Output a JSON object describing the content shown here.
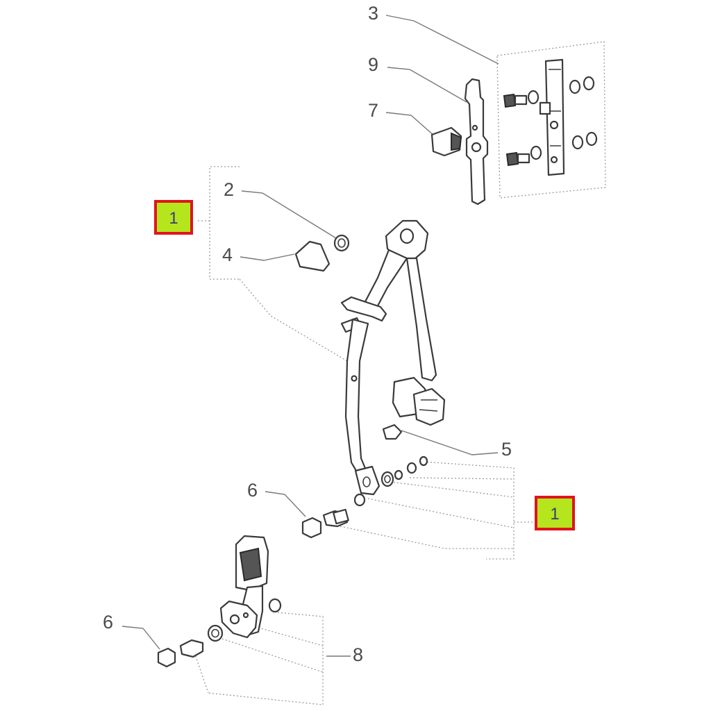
{
  "callouts": {
    "c3": "3",
    "c9": "9",
    "c7": "7",
    "c2": "2",
    "c4": "4",
    "c5": "5",
    "c6a": "6",
    "c6b": "6",
    "c8": "8"
  },
  "highlighted": {
    "left": "1",
    "right": "1"
  },
  "colors": {
    "highlight_fill": "#b5e61d",
    "highlight_border": "#e0141e",
    "line": "#3a3a3a"
  }
}
